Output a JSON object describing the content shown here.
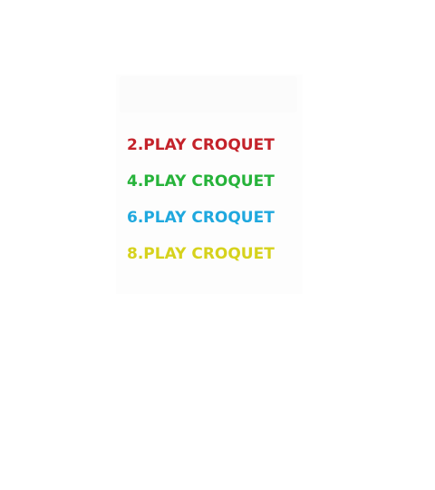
{
  "items": [
    {
      "text": "2.PLAY CROQUET",
      "color": "#c4222a"
    },
    {
      "text": "4.PLAY CROQUET",
      "color": "#26b33a"
    },
    {
      "text": "6.PLAY CROQUET",
      "color": "#1fa8de"
    },
    {
      "text": "8.PLAY CROQUET",
      "color": "#d6d21c"
    }
  ]
}
